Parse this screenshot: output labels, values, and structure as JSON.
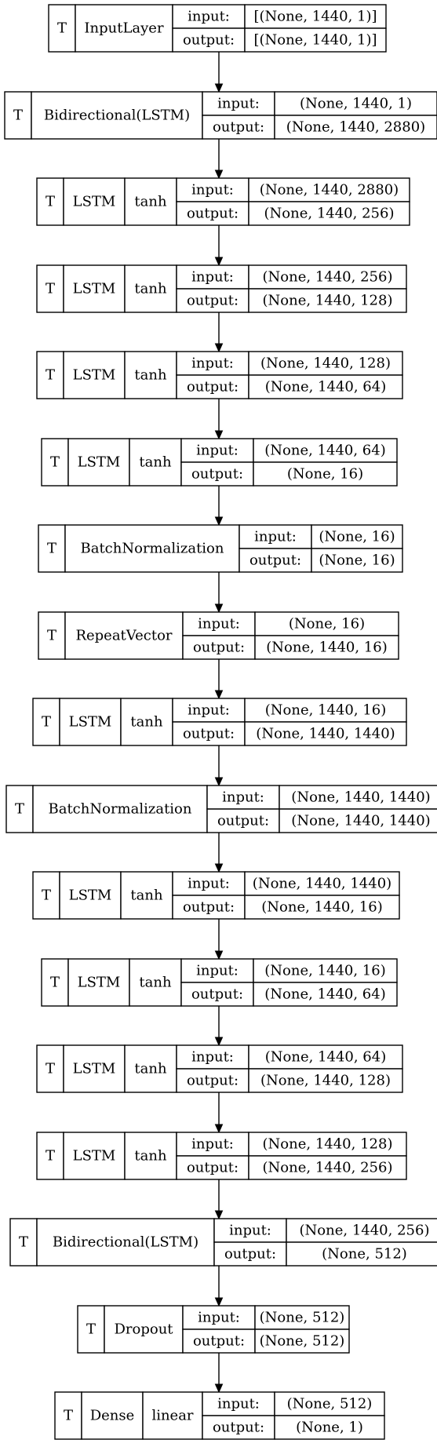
{
  "diagram": {
    "layers": [
      {
        "trainable": "T",
        "name": "InputLayer",
        "activation": "",
        "input_label": "input:",
        "output_label": "output:",
        "input": "[(None, 1440, 1)]",
        "output": "[(None, 1440, 1)]"
      },
      {
        "trainable": "T",
        "name": "Bidirectional(LSTM)",
        "activation": "",
        "input_label": "input:",
        "output_label": "output:",
        "input": "(None, 1440, 1)",
        "output": "(None, 1440, 2880)"
      },
      {
        "trainable": "T",
        "name": "LSTM",
        "activation": "tanh",
        "input_label": "input:",
        "output_label": "output:",
        "input": "(None, 1440, 2880)",
        "output": "(None, 1440, 256)"
      },
      {
        "trainable": "T",
        "name": "LSTM",
        "activation": "tanh",
        "input_label": "input:",
        "output_label": "output:",
        "input": "(None, 1440, 256)",
        "output": "(None, 1440, 128)"
      },
      {
        "trainable": "T",
        "name": "LSTM",
        "activation": "tanh",
        "input_label": "input:",
        "output_label": "output:",
        "input": "(None, 1440, 128)",
        "output": "(None, 1440, 64)"
      },
      {
        "trainable": "T",
        "name": "LSTM",
        "activation": "tanh",
        "input_label": "input:",
        "output_label": "output:",
        "input": "(None, 1440, 64)",
        "output": "(None, 16)"
      },
      {
        "trainable": "T",
        "name": "BatchNormalization",
        "activation": "",
        "input_label": "input:",
        "output_label": "output:",
        "input": "(None, 16)",
        "output": "(None, 16)"
      },
      {
        "trainable": "T",
        "name": "RepeatVector",
        "activation": "",
        "input_label": "input:",
        "output_label": "output:",
        "input": "(None, 16)",
        "output": "(None, 1440, 16)"
      },
      {
        "trainable": "T",
        "name": "LSTM",
        "activation": "tanh",
        "input_label": "input:",
        "output_label": "output:",
        "input": "(None, 1440, 16)",
        "output": "(None, 1440, 1440)"
      },
      {
        "trainable": "T",
        "name": "BatchNormalization",
        "activation": "",
        "input_label": "input:",
        "output_label": "output:",
        "input": "(None, 1440, 1440)",
        "output": "(None, 1440, 1440)"
      },
      {
        "trainable": "T",
        "name": "LSTM",
        "activation": "tanh",
        "input_label": "input:",
        "output_label": "output:",
        "input": "(None, 1440, 1440)",
        "output": "(None, 1440, 16)"
      },
      {
        "trainable": "T",
        "name": "LSTM",
        "activation": "tanh",
        "input_label": "input:",
        "output_label": "output:",
        "input": "(None, 1440, 16)",
        "output": "(None, 1440, 64)"
      },
      {
        "trainable": "T",
        "name": "LSTM",
        "activation": "tanh",
        "input_label": "input:",
        "output_label": "output:",
        "input": "(None, 1440, 64)",
        "output": "(None, 1440, 128)"
      },
      {
        "trainable": "T",
        "name": "LSTM",
        "activation": "tanh",
        "input_label": "input:",
        "output_label": "output:",
        "input": "(None, 1440, 128)",
        "output": "(None, 1440, 256)"
      },
      {
        "trainable": "T",
        "name": "Bidirectional(LSTM)",
        "activation": "",
        "input_label": "input:",
        "output_label": "output:",
        "input": "(None, 1440, 256)",
        "output": "(None, 512)"
      },
      {
        "trainable": "T",
        "name": "Dropout",
        "activation": "",
        "input_label": "input:",
        "output_label": "output:",
        "input": "(None, 512)",
        "output": "(None, 512)"
      },
      {
        "trainable": "T",
        "name": "Dense",
        "activation": "linear",
        "input_label": "input:",
        "output_label": "output:",
        "input": "(None, 512)",
        "output": "(None, 1)"
      }
    ]
  }
}
